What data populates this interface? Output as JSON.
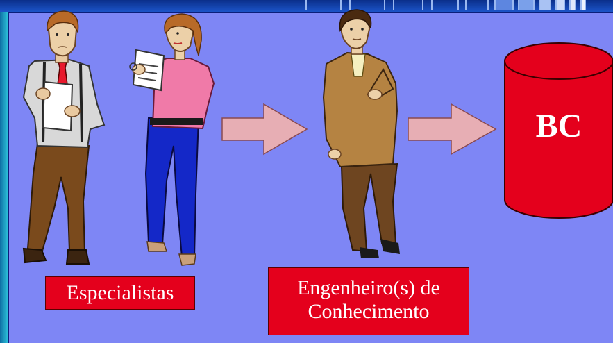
{
  "labels": {
    "especialistas": "Especialistas",
    "engenheiro_line1": "Engenheiro(s) de",
    "engenheiro_line2": "Conhecimento"
  },
  "database": {
    "label": "BC"
  },
  "colors": {
    "panel": "#7e86f5",
    "label_fill": "#e4001c",
    "cylinder": "#e4001c",
    "arrow": "#e7aeb4"
  }
}
